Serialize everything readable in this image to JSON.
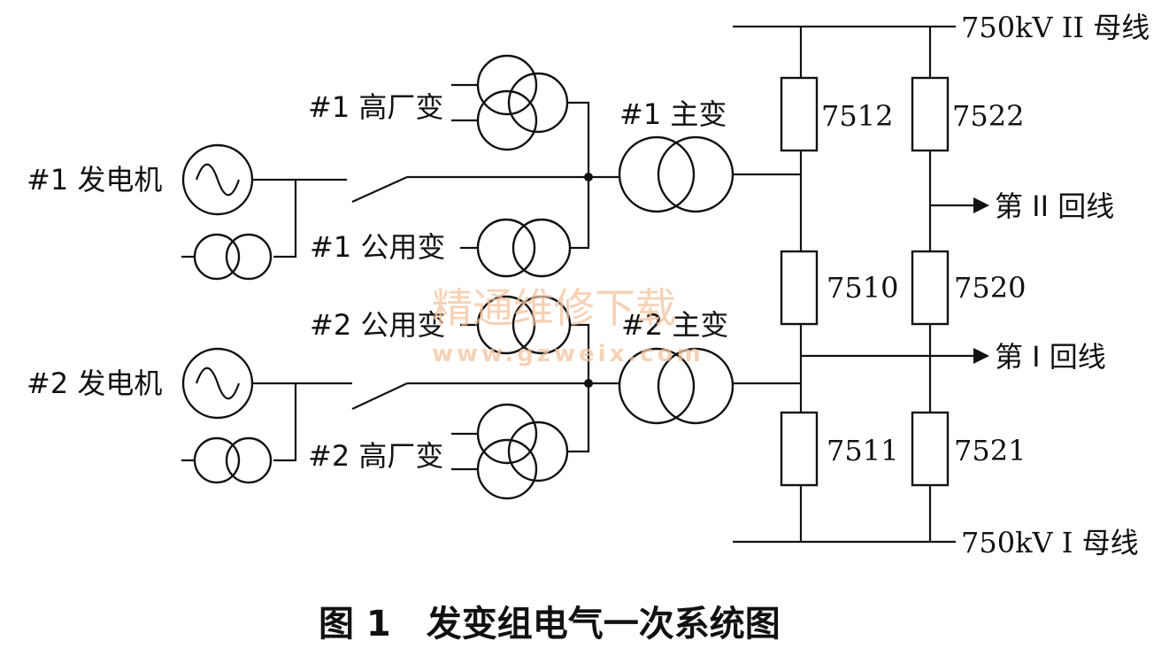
{
  "labels": {
    "gen1": "#1 发电机",
    "gen2": "#2 发电机",
    "hf1": "#1 高厂变",
    "hf2": "#2 高厂变",
    "gy1": "#1 公用变",
    "gy2": "#2 公用变",
    "mt1": "#1 主变",
    "mt2": "#2 主变",
    "bus2": "750kV II 母线",
    "bus1": "750kV I 母线",
    "line2": "第 II 回线",
    "line1": "第 I 回线"
  },
  "breakers": {
    "b7512": "7512",
    "b7522": "7522",
    "b7510": "7510",
    "b7520": "7520",
    "b7511": "7511",
    "b7521": "7521"
  },
  "caption": "图 1　发变组电气一次系统图",
  "watermark": {
    "cn": "精通维修下载",
    "url": "www.gzweix.com"
  }
}
